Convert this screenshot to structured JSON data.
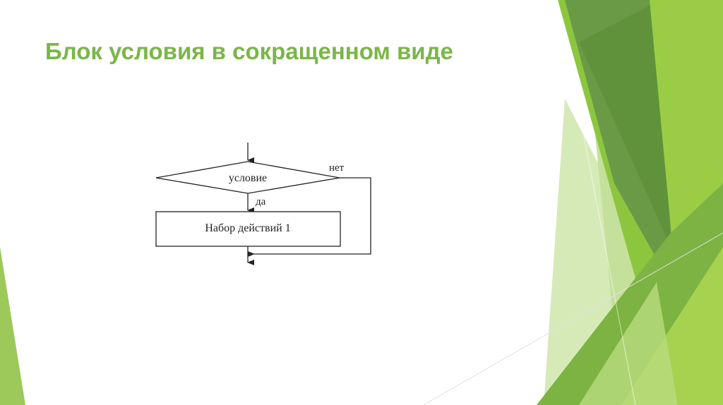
{
  "slide": {
    "title": "Блок условия в сокращенном виде"
  },
  "flowchart": {
    "condition_label": "условие",
    "no_label": "нет",
    "yes_label": "да",
    "action_label": "Набор действий 1"
  },
  "colors": {
    "title": "#7ab648",
    "decor_light": "#c5e09b",
    "decor_mid": "#8cc63f",
    "decor_dark": "#5a8f3a"
  }
}
